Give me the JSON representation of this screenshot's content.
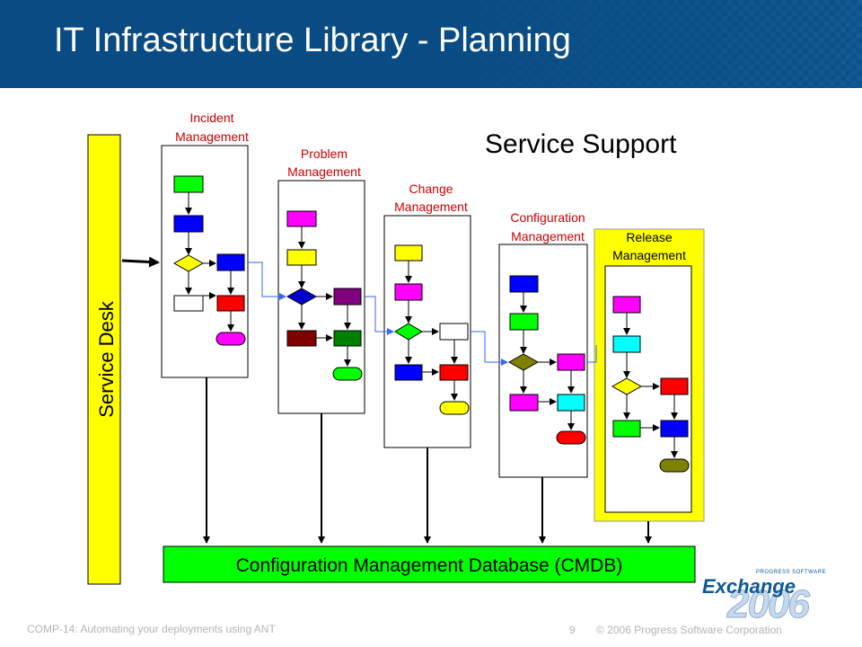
{
  "slide": {
    "title": "IT Infrastructure Library - Planning"
  },
  "diagram": {
    "service_support_heading": "Service Support",
    "service_desk": "Service Desk",
    "cmdb": "Configuration Management Database (CMDB)",
    "processes": {
      "incident": [
        "Incident",
        "Management"
      ],
      "problem": [
        "Problem",
        "Management"
      ],
      "change": [
        "Change",
        "Management"
      ],
      "configuration": [
        "Configuration",
        "Management"
      ],
      "release": [
        "Release",
        "Management"
      ]
    },
    "colors": {
      "yellow": "#ffff00",
      "green": "#00ff00",
      "blue": "#0000ff",
      "red": "#ff0000",
      "magenta": "#ff00ff",
      "cyan": "#00ffff",
      "navy": "#0000cc",
      "purple": "#800080",
      "maroon": "#800000",
      "dark_green": "#008000",
      "olive": "#808000",
      "heading_red": "#cc0000",
      "connector_blue": "#3366ff"
    }
  },
  "footer": {
    "session": "COMP-14: Automating your deployments using ANT",
    "page_number": "9",
    "copyright": "© 2006 Progress Software Corporation"
  },
  "logo": {
    "small": "PROGRESS SOFTWARE",
    "word": "Exchange",
    "year": "2006"
  }
}
